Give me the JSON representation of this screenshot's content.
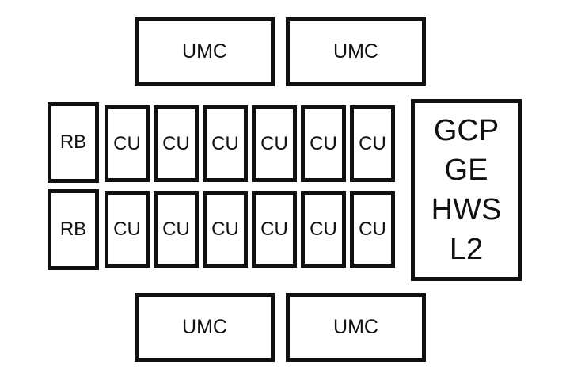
{
  "umc_label": "UMC",
  "rb_label": "RB",
  "cu_label": "CU",
  "gcp_block": [
    "GCP",
    "GE",
    "HWS",
    "L2"
  ]
}
